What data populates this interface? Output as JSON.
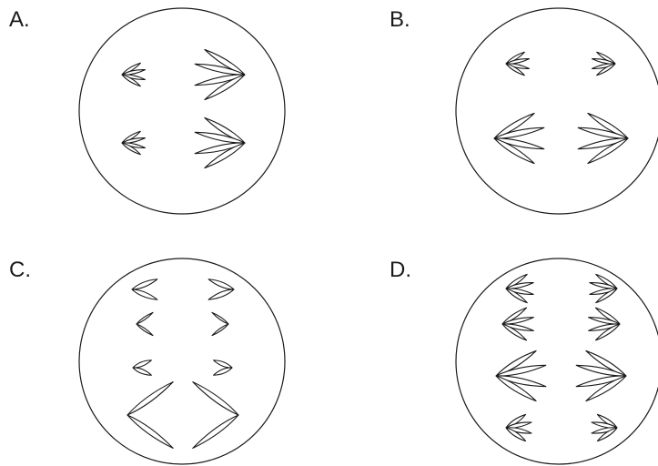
{
  "panels": [
    {
      "id": "A",
      "label": "A."
    },
    {
      "id": "B",
      "label": "B."
    },
    {
      "id": "C",
      "label": "C."
    },
    {
      "id": "D",
      "label": "D."
    }
  ],
  "colors": {
    "stroke": "#1a1a1a",
    "background": "#ffffff"
  },
  "icons": [
    "cell-outline",
    "chromosome"
  ]
}
